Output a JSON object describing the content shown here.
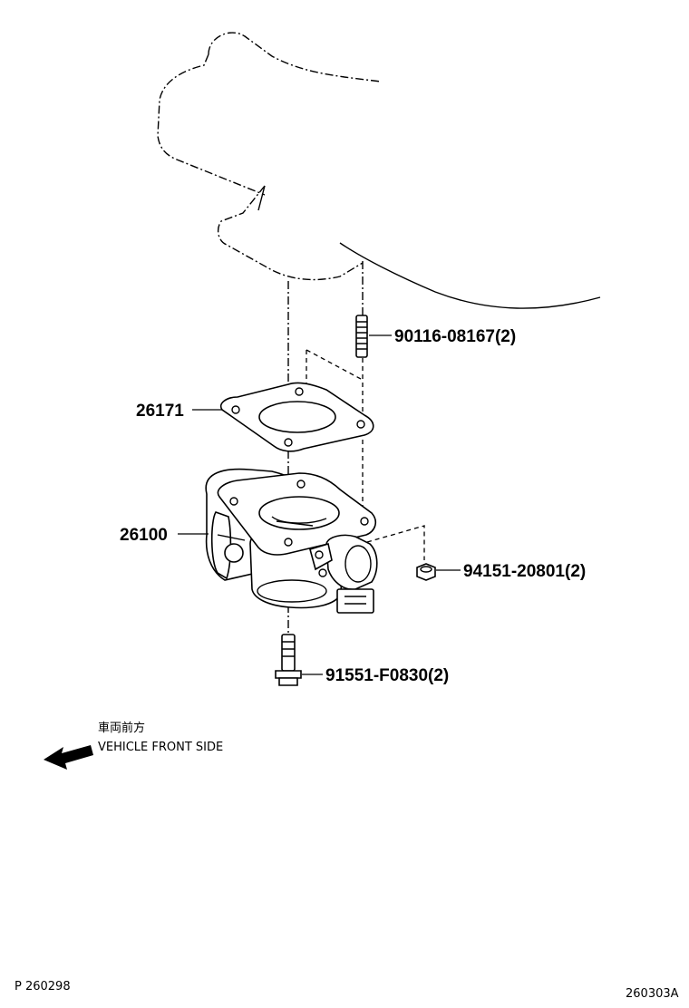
{
  "callouts": {
    "stud": "90116-08167(2)",
    "gasket": "26171",
    "throttle_body": "26100",
    "nut": "94151-20801(2)",
    "bolt": "91551-F0830(2)"
  },
  "direction_note": {
    "japanese": "車両前方",
    "english": "VEHICLE FRONT SIDE"
  },
  "footer": {
    "left_ref": "P 260298",
    "right_ref": "260303A"
  }
}
